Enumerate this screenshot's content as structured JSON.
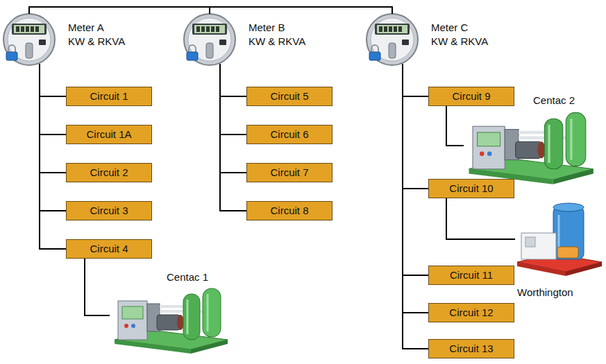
{
  "diagram": {
    "nodes": [
      {
        "text": [
          "Meter A",
          "KW & RKVA"
        ]
      },
      {
        "text": [
          "Circuit 1"
        ]
      },
      {
        "text": [
          "Circuit 1A"
        ]
      },
      {
        "text": [
          "Circuit 2"
        ]
      },
      {
        "text": [
          "Circuit 3"
        ]
      },
      {
        "text": [
          "Circuit 4"
        ]
      },
      {
        "text": [
          "Centac 1"
        ]
      },
      {
        "text": [
          "Meter B",
          "KW & RKVA"
        ]
      },
      {
        "text": [
          "Circuit 5"
        ]
      },
      {
        "text": [
          "Circuit 6"
        ]
      },
      {
        "text": [
          "Circuit 7"
        ]
      },
      {
        "text": [
          "Circuit 8"
        ]
      },
      {
        "text": [
          "Meter C",
          "KW & RKVA"
        ]
      },
      {
        "text": [
          "Circuit 9"
        ]
      },
      {
        "text": [
          "Centac 2"
        ]
      },
      {
        "text": [
          "Circuit 10"
        ]
      },
      {
        "text": [
          "Worthington"
        ]
      },
      {
        "text": [
          "Circuit 11"
        ]
      },
      {
        "text": [
          "Circuit 12"
        ]
      },
      {
        "text": [
          "Circuit 13"
        ]
      }
    ],
    "edges": [
      {
        "from": 0,
        "to": 7,
        "arrow": "none"
      },
      {
        "from": 7,
        "to": 12,
        "arrow": "none"
      },
      {
        "from": 0,
        "to": 1,
        "arrow": "none"
      },
      {
        "from": 0,
        "to": 2,
        "arrow": "none"
      },
      {
        "from": 0,
        "to": 3,
        "arrow": "none"
      },
      {
        "from": 0,
        "to": 4,
        "arrow": "none"
      },
      {
        "from": 0,
        "to": 5,
        "arrow": "none"
      },
      {
        "from": 5,
        "to": 6,
        "arrow": "none"
      },
      {
        "from": 7,
        "to": 8,
        "arrow": "none"
      },
      {
        "from": 7,
        "to": 9,
        "arrow": "none"
      },
      {
        "from": 7,
        "to": 10,
        "arrow": "none"
      },
      {
        "from": 7,
        "to": 11,
        "arrow": "none"
      },
      {
        "from": 12,
        "to": 13,
        "arrow": "none"
      },
      {
        "from": 12,
        "to": 15,
        "arrow": "none"
      },
      {
        "from": 12,
        "to": 17,
        "arrow": "none"
      },
      {
        "from": 12,
        "to": 18,
        "arrow": "none"
      },
      {
        "from": 12,
        "to": 19,
        "arrow": "none"
      },
      {
        "from": 13,
        "to": 14,
        "arrow": "none"
      },
      {
        "from": 15,
        "to": 16,
        "arrow": "none"
      }
    ]
  }
}
